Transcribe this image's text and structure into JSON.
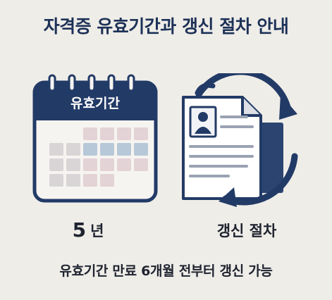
{
  "header": {
    "title": "자격증 유효기간과 갱신 절차 안내"
  },
  "calendar": {
    "label": "유효기간",
    "icon": "calendar-icon",
    "accent": "#223a66"
  },
  "validity": {
    "number": "5",
    "unit": "년"
  },
  "renewal": {
    "icon": "document-refresh-icon",
    "label": "갱신 절차"
  },
  "footer": {
    "note": "유효기간 만료 6개월 전부터 갱신 가능"
  }
}
